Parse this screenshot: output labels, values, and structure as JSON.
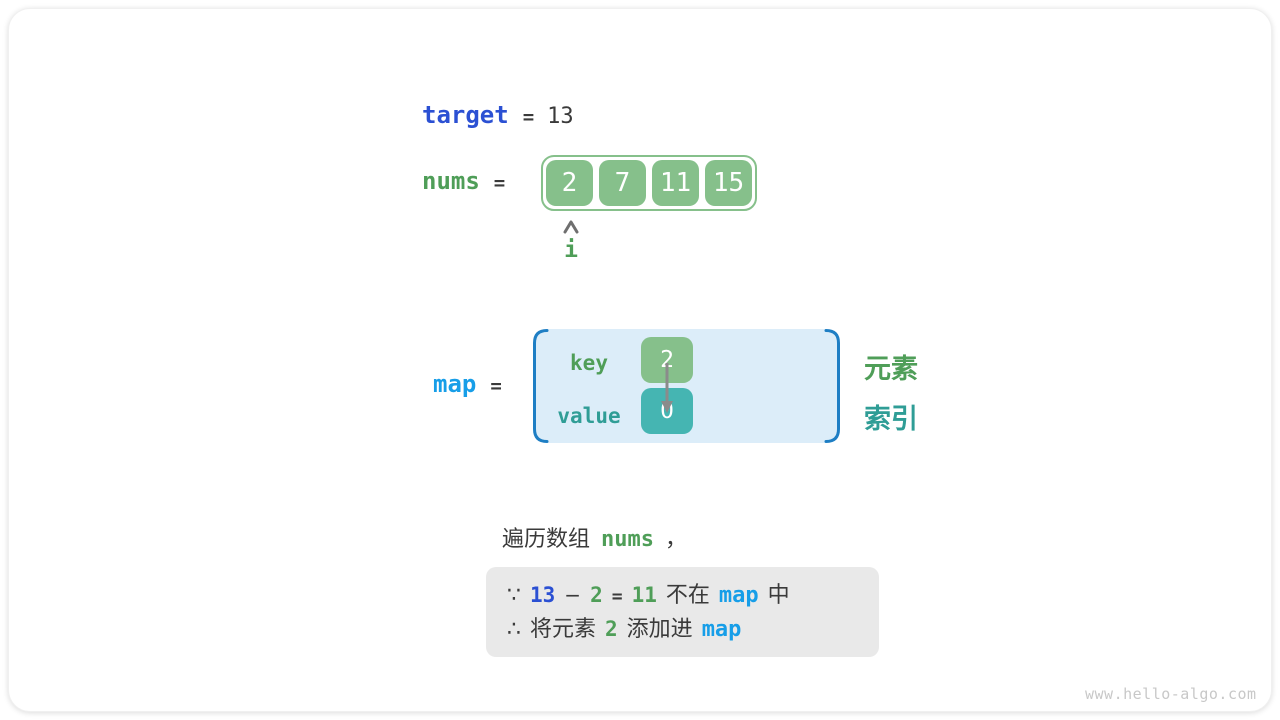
{
  "colors": {
    "keyword_blue": "#2b50d3",
    "map_azure": "#179ee8",
    "element_green": "#4f9e58",
    "index_teal": "#2f9d96",
    "cell_green_fill": "#86c08b",
    "value_teal_fill": "#45b5b2",
    "map_panel_fill": "#dcedf9",
    "map_bracket_blue": "#1e7ec4",
    "note_box_fill": "#e9e9e9",
    "text_dark": "#3a3a3a",
    "arrow_gray": "#8b8b8b"
  },
  "target_row": {
    "label": "target",
    "equals": "=",
    "value": "13"
  },
  "nums_row": {
    "label": "nums",
    "equals": "=",
    "cells": [
      "2",
      "7",
      "11",
      "15"
    ],
    "pointer_label": "i"
  },
  "map_row": {
    "label": "map",
    "equals": "=",
    "entries": [
      {
        "field": "key",
        "value": "2"
      },
      {
        "field": "value",
        "value": "0"
      }
    ],
    "side_labels": [
      {
        "text": "元素"
      },
      {
        "text": "索引"
      }
    ]
  },
  "caption": {
    "prefix": "遍历数组",
    "code": "nums",
    "suffix": "，"
  },
  "note": {
    "lines": [
      {
        "segments": [
          {
            "text": "∵",
            "color": "dark"
          },
          {
            "text": "13",
            "color": "blue"
          },
          {
            "text": "−",
            "color": "dark"
          },
          {
            "text": "2",
            "color": "green"
          },
          {
            "text": "=",
            "color": "dark"
          },
          {
            "text": "11",
            "color": "green"
          },
          {
            "text": "不在",
            "color": "dark"
          },
          {
            "text": "map",
            "color": "azure"
          },
          {
            "text": "中",
            "color": "dark"
          }
        ]
      },
      {
        "segments": [
          {
            "text": "∴",
            "color": "dark"
          },
          {
            "text": "将元素",
            "color": "dark"
          },
          {
            "text": "2",
            "color": "green"
          },
          {
            "text": "添加进",
            "color": "dark"
          },
          {
            "text": "map",
            "color": "azure"
          }
        ]
      }
    ]
  },
  "watermark": "www.hello-algo.com"
}
